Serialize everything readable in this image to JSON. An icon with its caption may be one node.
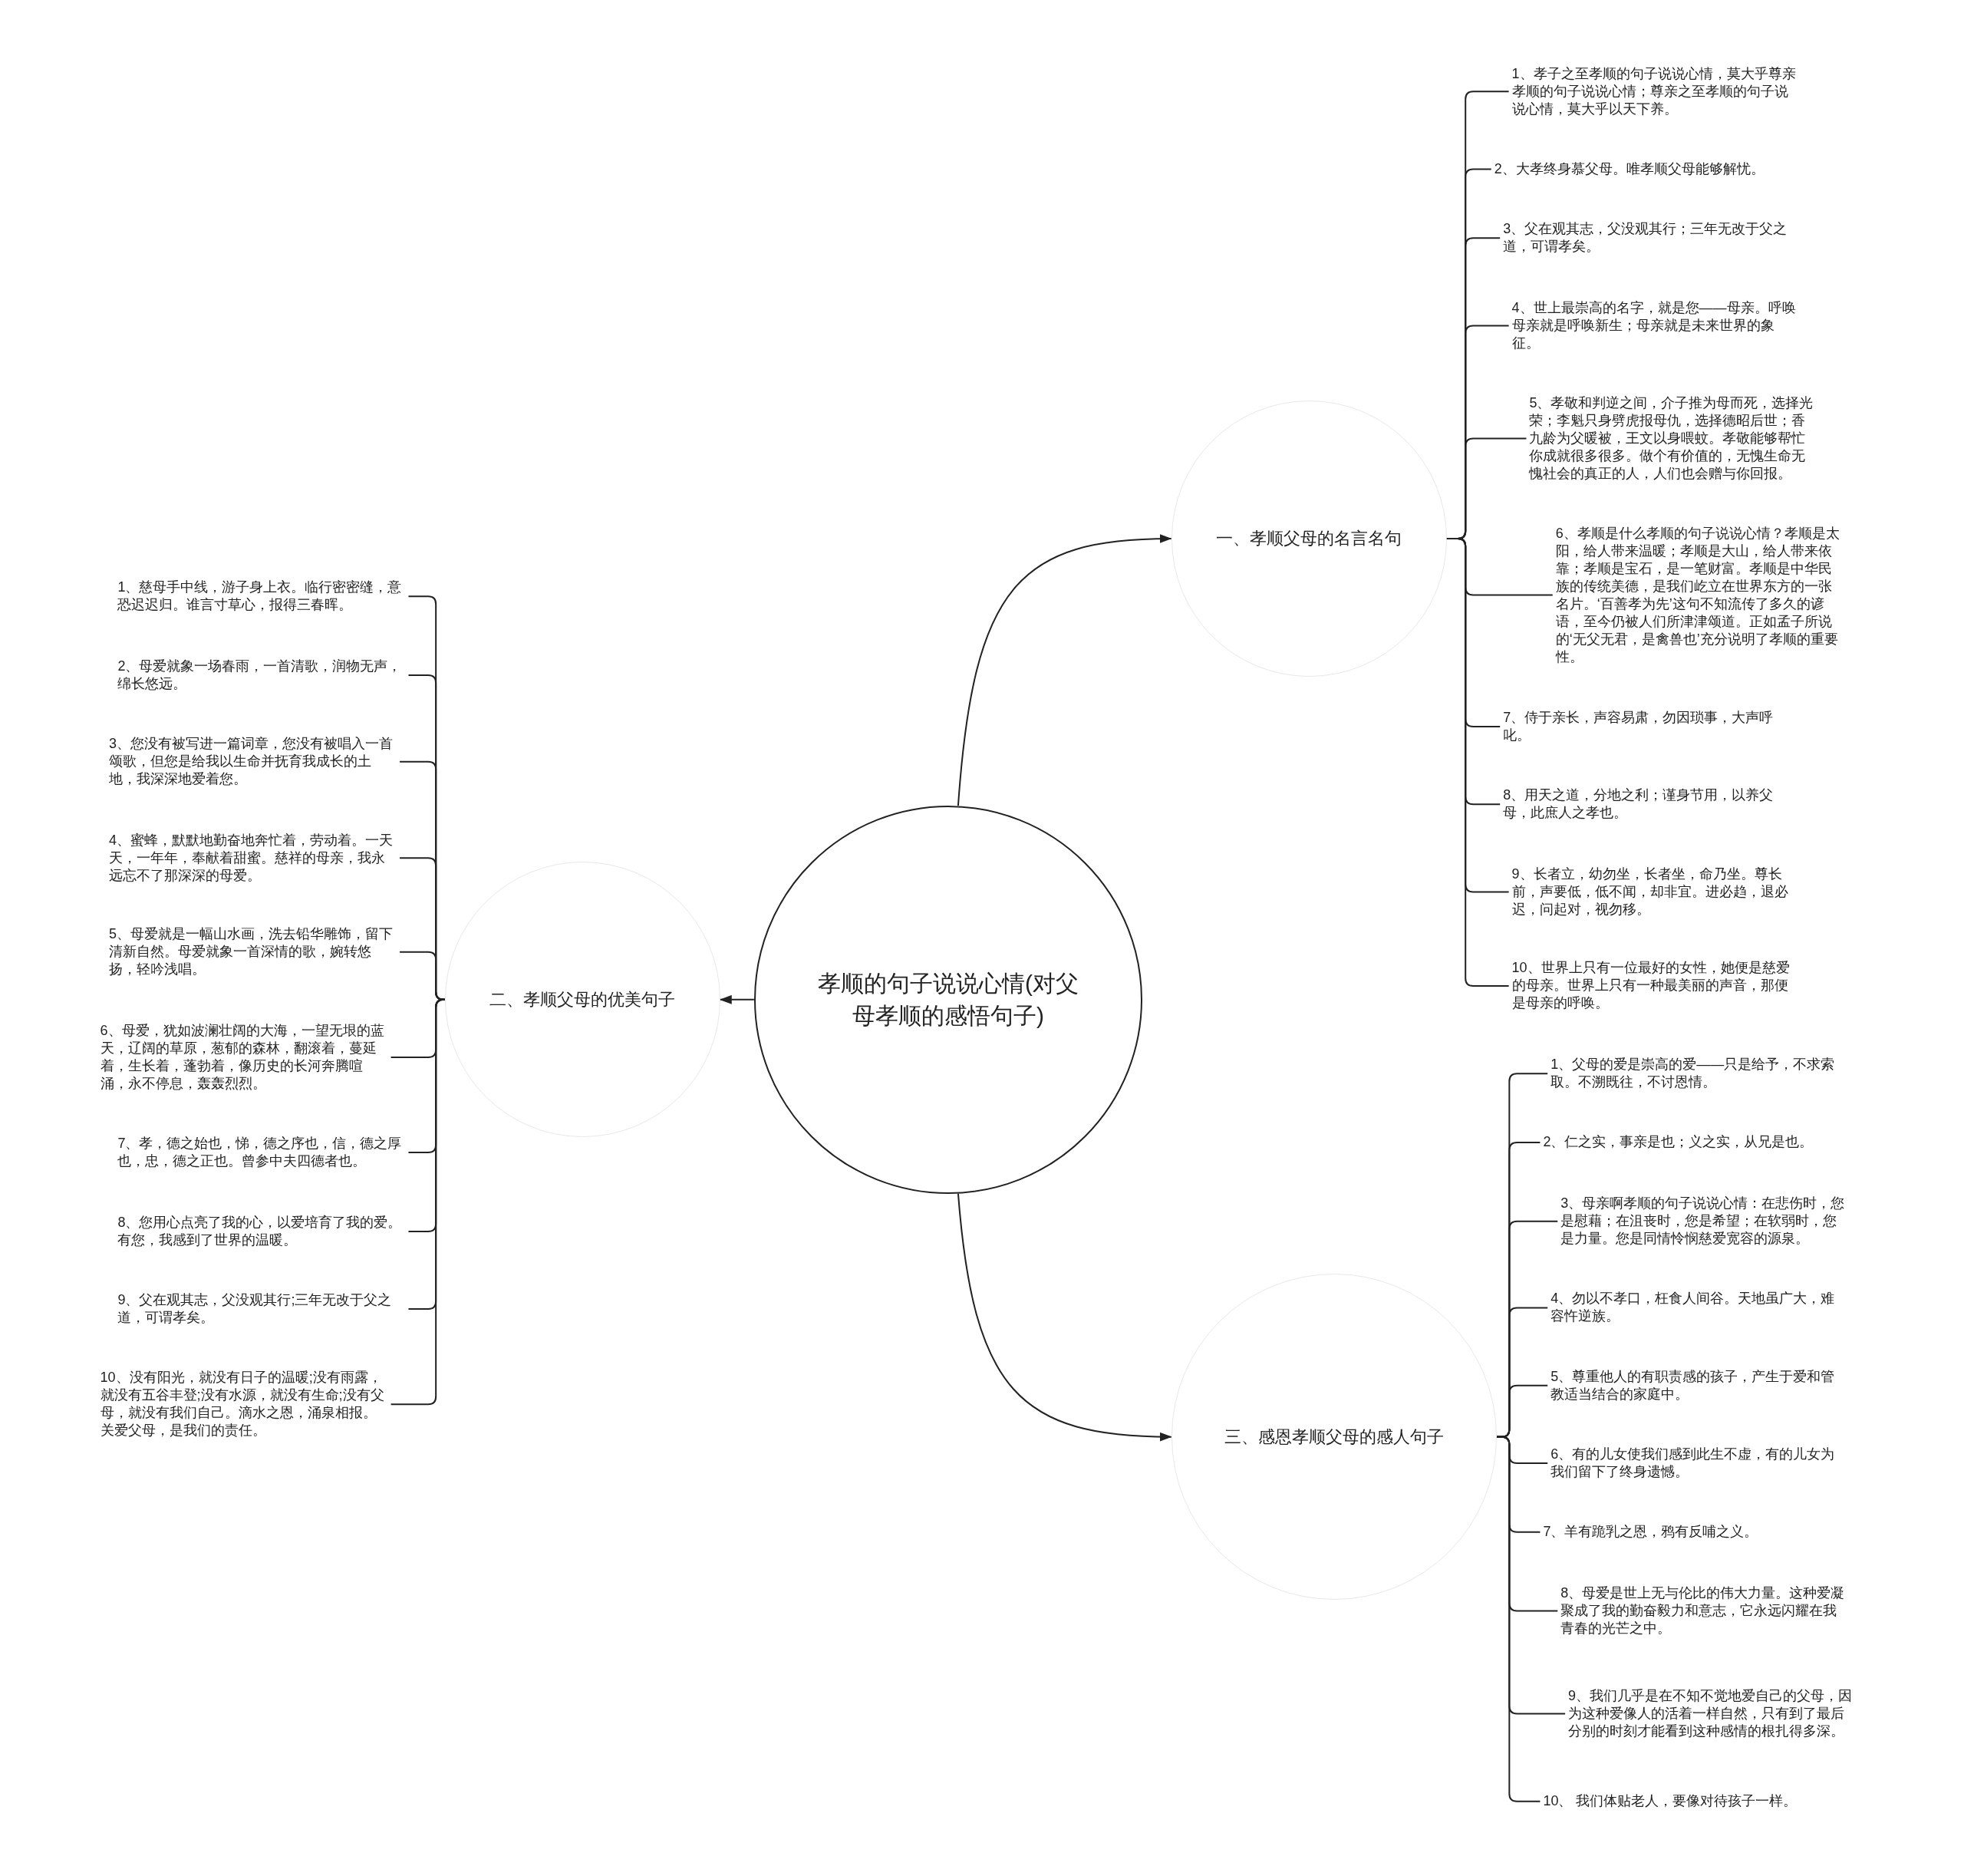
{
  "diagram": {
    "nodes": [
      {
        "text": [
          "孝顺的句子说说心情(对父母孝顺的感悟句子)"
        ]
      },
      {
        "text": [
          "一、孝顺父母的名言名句"
        ]
      },
      {
        "text": [
          "1、孝子之至孝顺的句子说说心情，莫大乎尊亲孝顺的句子说说心情；尊亲之至孝顺的句子说说心情，莫大乎以天下养。"
        ]
      },
      {
        "text": [
          "2、大孝终身慕父母。唯孝顺父母能够解忧。"
        ]
      },
      {
        "text": [
          "3、父在观其志，父没观其行；三年无改于父之道，可谓孝矣。"
        ]
      },
      {
        "text": [
          "4、世上最崇高的名字，就是您——母亲。呼唤母亲就是呼唤新生；母亲就是未来世界的象征。"
        ]
      },
      {
        "text": [
          "5、孝敬和判逆之间，介子推为母而死，选择光荣；李魁只身劈虎报母仇，选择德昭后世；香九龄为父暖被，王文以身喂蚊。孝敬能够帮忙你成就很多很多。做个有价值的，无愧生命无愧社会的真正的人，人们也会赠与你回报。"
        ]
      },
      {
        "text": [
          "6、孝顺是什么孝顺的句子说说心情？孝顺是太阳，给人带来温暖；孝顺是大山，给人带来依靠；孝顺是宝石，是一笔财富。孝顺是中华民族的传统美德，是我们屹立在世界东方的一张名片。‘百善孝为先’这句不知流传了多久的谚语，至今仍被人们所津津颂道。正如孟子所说的‘无父无君，是禽兽也’充分说明了孝顺的重要性。"
        ]
      },
      {
        "text": [
          "7、侍于亲长，声容易肃，勿因琐事，大声呼叱。"
        ]
      },
      {
        "text": [
          "8、用天之道，分地之利；谨身节用，以养父母，此庶人之孝也。"
        ]
      },
      {
        "text": [
          "9、长者立，幼勿坐，长者坐，命乃坐。尊长前，声要低，低不闻，却非宜。进必趋，退必迟，问起对，视勿移。"
        ]
      },
      {
        "text": [
          "10、世界上只有一位最好的女性，她便是慈爱的母亲。世界上只有一种最美丽的声音，那便是母亲的呼唤。"
        ]
      },
      {
        "text": [
          "二、孝顺父母的优美句子"
        ]
      },
      {
        "text": [
          "1、慈母手中线，游子身上衣。临行密密缝，意恐迟迟归。谁言寸草心，报得三春晖。"
        ]
      },
      {
        "text": [
          "2、母爱就象一场春雨，一首清歌，润物无声，绵长悠远。"
        ]
      },
      {
        "text": [
          "3、您没有被写进一篇词章，您没有被唱入一首颂歌，但您是给我以生命并抚育我成长的土地，我深深地爱着您。"
        ]
      },
      {
        "text": [
          "4、蜜蜂，默默地勤奋地奔忙着，劳动着。一天天，一年年，奉献着甜蜜。慈祥的母亲，我永远忘不了那深深的母爱。"
        ]
      },
      {
        "text": [
          "5、母爱就是一幅山水画，洗去铅华雕饰，留下清新自然。母爱就象一首深情的歌，婉转悠扬，轻吟浅唱。"
        ]
      },
      {
        "text": [
          "6、母爱，犹如波澜壮阔的大海，一望无垠的蓝天，辽阔的草原，葱郁的森林，翻滚着，蔓延着，生长着，蓬勃着，像历史的长河奔腾喧涌，永不停息，轰轰烈烈。"
        ]
      },
      {
        "text": [
          "7、孝，德之始也，悌，德之序也，信，德之厚也，忠，德之正也。曾参中夫四德者也。"
        ]
      },
      {
        "text": [
          "8、您用心点亮了我的心，以爱培育了我的爱。有您，我感到了世界的温暖。"
        ]
      },
      {
        "text": [
          "9、父在观其志，父没观其行;三年无改于父之道，可谓孝矣。"
        ]
      },
      {
        "text": [
          "10、没有阳光，就没有日子的温暖;没有雨露，就没有五谷丰登;没有水源，就没有生命;没有父母，就没有我们自己。滴水之恩，涌泉相报。关爱父母，是我们的责任。"
        ]
      },
      {
        "text": [
          "三、感恩孝顺父母的感人句子"
        ]
      },
      {
        "text": [
          "1、父母的爱是崇高的爱——只是给予，不求索取。不溯既往，不讨恩情。"
        ]
      },
      {
        "text": [
          "2、仁之实，事亲是也；义之实，从兄是也。"
        ]
      },
      {
        "text": [
          "3、母亲啊孝顺的句子说说心情：在悲伤时，您是慰藉；在沮丧时，您是希望；在软弱时，您是力量。您是同情怜悯慈爱宽容的源泉。"
        ]
      },
      {
        "text": [
          "4、勿以不孝口，枉食人间谷。天地虽广大，难容忤逆族。"
        ]
      },
      {
        "text": [
          "5、尊重他人的有职责感的孩子，产生于爱和管教适当结合的家庭中。"
        ]
      },
      {
        "text": [
          "6、有的儿女使我们感到此生不虚，有的儿女为我们留下了终身遗憾。"
        ]
      },
      {
        "text": [
          "7、羊有跪乳之恩，鸦有反哺之义。"
        ]
      },
      {
        "text": [
          "8、母爱是世上无与伦比的伟大力量。这种爱凝聚成了我的勤奋毅力和意志，它永远闪耀在我青春的光芒之中。"
        ]
      },
      {
        "text": [
          "9、我们几乎是在不知不觉地爱自己的父母，因为这种爱像人的活着一样自然，只有到了最后分别的时刻才能看到这种感情的根扎得多深。"
        ]
      },
      {
        "text": [
          "10、 我们体贴老人，要像对待孩子一样。"
        ]
      }
    ],
    "edges": [
      {
        "from": 0,
        "to": 1,
        "arrow": "to"
      },
      {
        "from": 0,
        "to": 12,
        "arrow": "to"
      },
      {
        "from": 0,
        "to": 23,
        "arrow": "to"
      },
      {
        "from": 1,
        "to": 2,
        "arrow": "none"
      },
      {
        "from": 1,
        "to": 3,
        "arrow": "none"
      },
      {
        "from": 1,
        "to": 4,
        "arrow": "none"
      },
      {
        "from": 1,
        "to": 5,
        "arrow": "none"
      },
      {
        "from": 1,
        "to": 6,
        "arrow": "none"
      },
      {
        "from": 1,
        "to": 7,
        "arrow": "none"
      },
      {
        "from": 1,
        "to": 8,
        "arrow": "none"
      },
      {
        "from": 1,
        "to": 9,
        "arrow": "none"
      },
      {
        "from": 1,
        "to": 10,
        "arrow": "none"
      },
      {
        "from": 1,
        "to": 11,
        "arrow": "none"
      },
      {
        "from": 12,
        "to": 13,
        "arrow": "none"
      },
      {
        "from": 12,
        "to": 14,
        "arrow": "none"
      },
      {
        "from": 12,
        "to": 15,
        "arrow": "none"
      },
      {
        "from": 12,
        "to": 16,
        "arrow": "none"
      },
      {
        "from": 12,
        "to": 17,
        "arrow": "none"
      },
      {
        "from": 12,
        "to": 18,
        "arrow": "none"
      },
      {
        "from": 12,
        "to": 19,
        "arrow": "none"
      },
      {
        "from": 12,
        "to": 20,
        "arrow": "none"
      },
      {
        "from": 12,
        "to": 21,
        "arrow": "none"
      },
      {
        "from": 12,
        "to": 22,
        "arrow": "none"
      },
      {
        "from": 23,
        "to": 24,
        "arrow": "none"
      },
      {
        "from": 23,
        "to": 25,
        "arrow": "none"
      },
      {
        "from": 23,
        "to": 26,
        "arrow": "none"
      },
      {
        "from": 23,
        "to": 27,
        "arrow": "none"
      },
      {
        "from": 23,
        "to": 28,
        "arrow": "none"
      },
      {
        "from": 23,
        "to": 29,
        "arrow": "none"
      },
      {
        "from": 23,
        "to": 30,
        "arrow": "none"
      },
      {
        "from": 23,
        "to": 31,
        "arrow": "none"
      },
      {
        "from": 23,
        "to": 32,
        "arrow": "none"
      },
      {
        "from": 23,
        "to": 33,
        "arrow": "none"
      }
    ]
  }
}
